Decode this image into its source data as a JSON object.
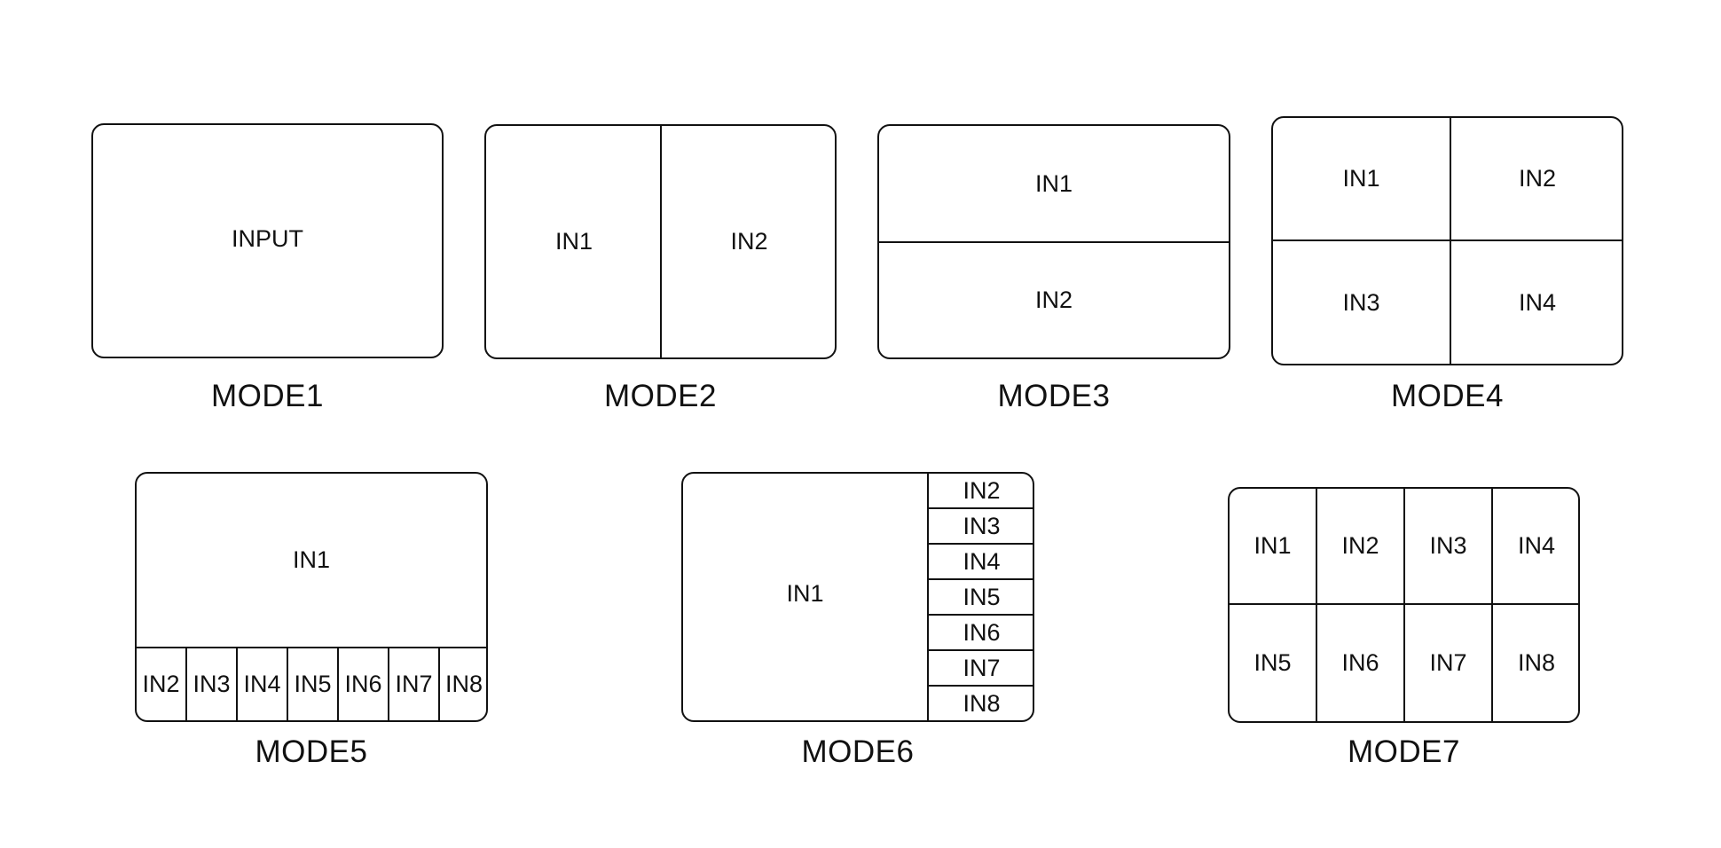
{
  "modes": [
    {
      "caption": "MODE1",
      "inputs": [
        "INPUT"
      ]
    },
    {
      "caption": "MODE2",
      "inputs": [
        "IN1",
        "IN2"
      ]
    },
    {
      "caption": "MODE3",
      "inputs": [
        "IN1",
        "IN2"
      ]
    },
    {
      "caption": "MODE4",
      "inputs": [
        "IN1",
        "IN2",
        "IN3",
        "IN4"
      ]
    },
    {
      "caption": "MODE5",
      "inputs": [
        "IN1",
        "IN2",
        "IN3",
        "IN4",
        "IN5",
        "IN6",
        "IN7",
        "IN8"
      ]
    },
    {
      "caption": "MODE6",
      "inputs": [
        "IN1",
        "IN2",
        "IN3",
        "IN4",
        "IN5",
        "IN6",
        "IN7",
        "IN8"
      ]
    },
    {
      "caption": "MODE7",
      "inputs": [
        "IN1",
        "IN2",
        "IN3",
        "IN4",
        "IN5",
        "IN6",
        "IN7",
        "IN8"
      ]
    }
  ]
}
